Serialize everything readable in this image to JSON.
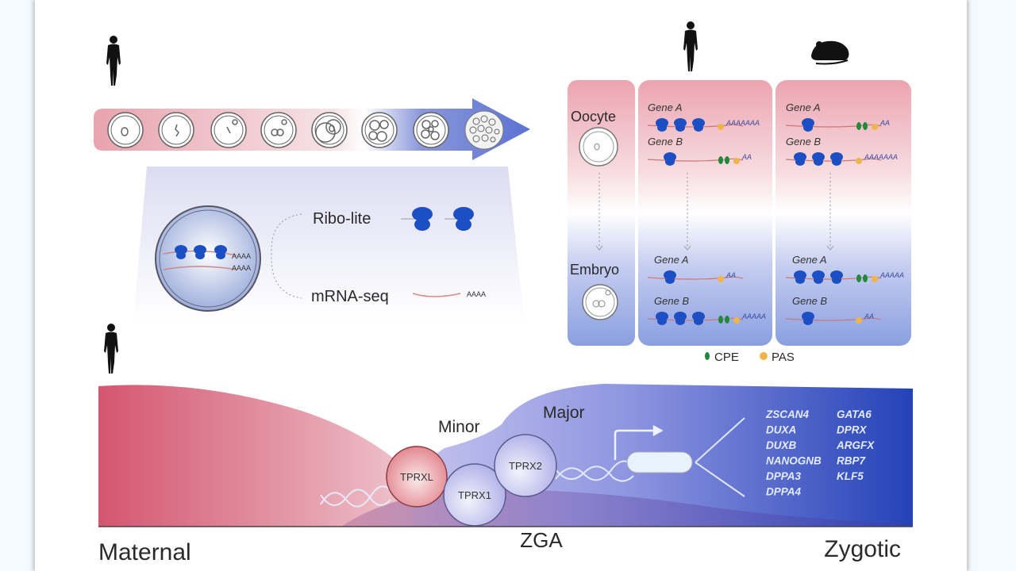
{
  "figure": {
    "top_left": {
      "organism_icon": "human-silhouette-icon",
      "timeline_stages": [
        "oocyte",
        "zygote-1",
        "zygote-2",
        "2-cell",
        "4-cell",
        "8-cell",
        "morula",
        "blastocyst"
      ],
      "method_panel": {
        "ribo_lite_label": "Ribo-lite",
        "mrna_seq_label": "mRNA-seq",
        "poly_a_label": "AAAA"
      }
    },
    "top_right": {
      "organisms": [
        {
          "name": "human",
          "icon": "human-silhouette-icon"
        },
        {
          "name": "mouse",
          "icon": "mouse-silhouette-icon"
        }
      ],
      "stage_labels": {
        "top": "Oocyte",
        "bottom": "Embryo"
      },
      "human": {
        "oocyte": [
          {
            "gene": "Gene A",
            "ribosomes": 3,
            "cpe": 0,
            "pas": 1,
            "tail": "AAAAAAA"
          },
          {
            "gene": "Gene B",
            "ribosomes": 1,
            "cpe": 2,
            "pas": 1,
            "tail": "AA"
          }
        ],
        "embryo": [
          {
            "gene": "Gene A",
            "ribosomes": 1,
            "cpe": 0,
            "pas": 1,
            "tail": "AA"
          },
          {
            "gene": "Gene B",
            "ribosomes": 3,
            "cpe": 2,
            "pas": 1,
            "tail": "AAAAA"
          }
        ]
      },
      "mouse": {
        "oocyte": [
          {
            "gene": "Gene A",
            "ribosomes": 1,
            "cpe": 2,
            "pas": 1,
            "tail": "AA"
          },
          {
            "gene": "Gene B",
            "ribosomes": 3,
            "cpe": 0,
            "pas": 1,
            "tail": "AAAAAAA"
          }
        ],
        "embryo": [
          {
            "gene": "Gene A",
            "ribosomes": 3,
            "cpe": 2,
            "pas": 1,
            "tail": "AAAAA"
          },
          {
            "gene": "Gene B",
            "ribosomes": 1,
            "cpe": 0,
            "pas": 1,
            "tail": "AA"
          }
        ]
      },
      "legend": [
        {
          "label": "CPE",
          "color": "#1f8a3a"
        },
        {
          "label": "PAS",
          "color": "#f0b54a"
        }
      ]
    },
    "bottom": {
      "organism_icon": "human-silhouette-icon",
      "wave_labels": {
        "minor": "Minor",
        "major": "Major"
      },
      "transcription_factors": [
        "TPRXL",
        "TPRX1",
        "TPRX2"
      ],
      "target_genes_col1": [
        "ZSCAN4",
        "DUXA",
        "DUXB",
        "NANOGNB",
        "DPPA3",
        "DPPA4"
      ],
      "target_genes_col2": [
        "GATA6",
        "DPRX",
        "ARGFX",
        "RBP7",
        "KLF5"
      ],
      "axis_labels": {
        "left": "Maternal",
        "center": "ZGA",
        "right": "Zygotic"
      }
    },
    "colors": {
      "maternal": "#d65a76",
      "zygotic": "#2f4fc0",
      "ribosome": "#1d4fc4",
      "cpe": "#1f8a3a",
      "pas": "#f0b54a"
    }
  }
}
